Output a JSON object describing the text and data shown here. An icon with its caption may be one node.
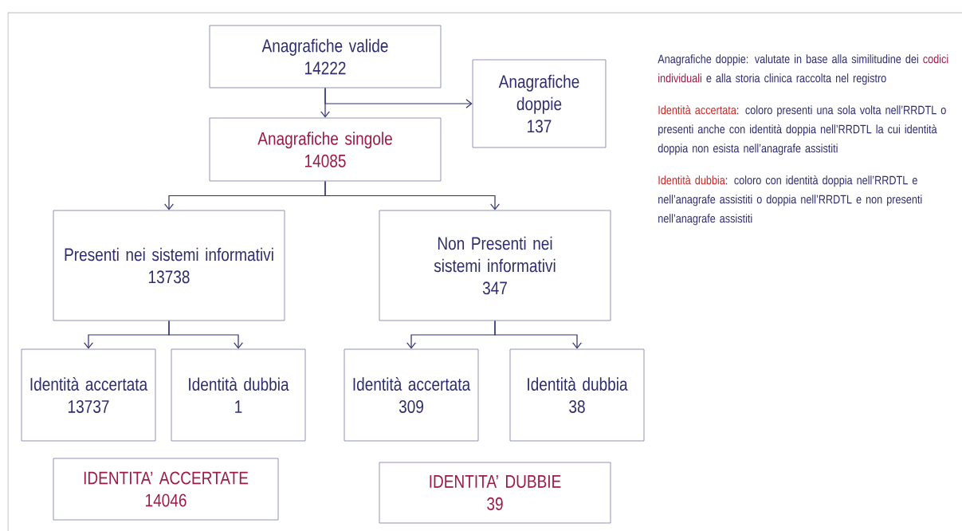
{
  "diagram": {
    "nodes": [
      {
        "text": [
          "Anagrafiche valide",
          "14222"
        ]
      },
      {
        "text": [
          "Anagrafiche singole",
          "14085"
        ]
      },
      {
        "text": [
          "Anagrafiche doppie",
          "137"
        ]
      },
      {
        "text": [
          "Presenti nei sistemi informativi",
          "13738"
        ]
      },
      {
        "text": [
          "Non Presenti nei sistemi informativi",
          "347"
        ]
      },
      {
        "text": [
          "Identità accertata",
          "13737"
        ]
      },
      {
        "text": [
          "Identità dubbia",
          "1"
        ]
      },
      {
        "text": [
          "Identità accertata",
          "309"
        ]
      },
      {
        "text": [
          "Identità dubbia",
          "38"
        ]
      },
      {
        "text": [
          "IDENTITA’ ACCERTATE",
          "14046"
        ]
      },
      {
        "text": [
          "IDENTITA’ DUBBIE",
          "39"
        ]
      }
    ],
    "edges": [
      {
        "from": 0,
        "to": 1,
        "arrow": "to"
      },
      {
        "from": 0,
        "to": 2,
        "arrow": "to"
      },
      {
        "from": 1,
        "to": 3,
        "arrow": "to"
      },
      {
        "from": 1,
        "to": 4,
        "arrow": "to"
      },
      {
        "from": 3,
        "to": 5,
        "arrow": "to"
      },
      {
        "from": 3,
        "to": 6,
        "arrow": "to"
      },
      {
        "from": 4,
        "to": 7,
        "arrow": "to"
      },
      {
        "from": 4,
        "to": 8,
        "arrow": "to"
      }
    ],
    "labels": [
      "Anagrafiche doppie: valutate in base alla similitudine dei",
      "codici individuali",
      "e alla storia clinica raccolta nel registro",
      "Identità accertata",
      ": coloro presenti una sola volta nell’RRDTL o presenti anche con identità doppia nell’RRDTL la cui identità doppia non esista nell’anagrafe assistiti",
      "Identità dubbia",
      ": coloro con identità doppia nell’RRDTL e nell’anagrafe assistiti o doppia nell’RRDTL e non presenti nell’anagrafe assistiti"
    ]
  }
}
